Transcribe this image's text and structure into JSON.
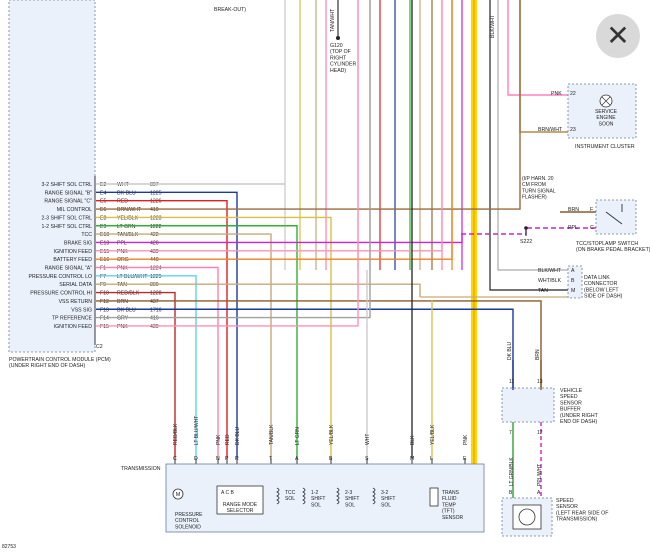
{
  "top_labels": {
    "breakout": "BREAK-OUT)",
    "tan_wht": "TAN/WHT",
    "blk_wht": "BLK/WHT",
    "g120": [
      "G120",
      "(TOP OF",
      "RIGHT",
      "CYLINDER",
      "HEAD)"
    ]
  },
  "pcm": {
    "pins": [
      {
        "func": "3-2 SHIFT SOL CTRL",
        "pin": "E2",
        "color": "WHT",
        "circuit": "897",
        "wire": "#c8c8c8"
      },
      {
        "func": "RANGE SIGNAL \"B\"",
        "pin": "E4",
        "color": "DK BLU",
        "circuit": "1225",
        "wire": "#1a3aa0"
      },
      {
        "func": "RANGE SIGNAL \"C\"",
        "pin": "E5",
        "color": "RED",
        "circuit": "1226",
        "wire": "#e02020"
      },
      {
        "func": "MIL CONTROL",
        "pin": "E6",
        "color": "BRN/WHT",
        "circuit": "419",
        "wire": "#9a6a3a"
      },
      {
        "func": "2-3 SHIFT SOL CTRL",
        "pin": "E8",
        "color": "YEL/BLK",
        "circuit": "1223",
        "wire": "#d8c040"
      },
      {
        "func": "1-2 SHIFT SOL CTRL",
        "pin": "E9",
        "color": "LT GRN",
        "circuit": "1222",
        "wire": "#30b030"
      },
      {
        "func": "TCC",
        "pin": "E10",
        "color": "TAN/BLK",
        "circuit": "422",
        "wire": "#c8a878"
      },
      {
        "func": "BRAKE SIG",
        "pin": "E13",
        "color": "PPL",
        "circuit": "420",
        "wire": "#d020d0"
      },
      {
        "func": "IGNITION FEED",
        "pin": "E15",
        "color": "PNK",
        "circuit": "439",
        "wire": "#ff90b8"
      },
      {
        "func": "BATTERY FEED",
        "pin": "E16",
        "color": "ORG",
        "circuit": "440",
        "wire": "#f08020"
      },
      {
        "func": "RANGE SIGNAL \"A\"",
        "pin": "F1",
        "color": "PNK",
        "circuit": "1224",
        "wire": "#ff80a8"
      },
      {
        "func": "PRESSURE CONTROL LO",
        "pin": "F7",
        "color": "LT BLU/WHT",
        "circuit": "1229",
        "wire": "#60d0f0"
      },
      {
        "func": "SERIAL DATA",
        "pin": "F9",
        "color": "TAN",
        "circuit": "800",
        "wire": "#c8aa78"
      },
      {
        "func": "PRESSURE CONTROL HI",
        "pin": "F10",
        "color": "RED/BLK",
        "circuit": "1228",
        "wire": "#c02828"
      },
      {
        "func": "VSS RETURN",
        "pin": "F12",
        "color": "BRN",
        "circuit": "437",
        "wire": "#8a5a2a"
      },
      {
        "func": "VSS SIG",
        "pin": "F13",
        "color": "DK BLU",
        "circuit": "1716",
        "wire": "#1a3aa0"
      },
      {
        "func": "TP REFERENCE",
        "pin": "F14",
        "color": "GRY",
        "circuit": "416",
        "wire": "#a0a0a0"
      },
      {
        "func": "IGNITION FEED",
        "pin": "F15",
        "color": "PNK",
        "circuit": "439",
        "wire": "#ff90b8"
      }
    ],
    "pin_c2": "C2",
    "caption": [
      "POWERTRAIN CONTROL MODULE (PCM)",
      "(UNDER RIGHT END OF DASH)"
    ]
  },
  "instrument_cluster": {
    "caption": "INSTRUMENT CLUSTER",
    "lamp_label": [
      "SERVICE",
      "ENGINE",
      "SOON"
    ],
    "pnk_label": "PNK",
    "pnk_pin": "22",
    "brnwht_label": "BRN/WHT",
    "brnwht_pin": "23"
  },
  "tcc_switch": {
    "note": [
      "(I/P HARN. 20",
      "CM FROM",
      "TURN SIGNAL",
      "FLASHER)"
    ],
    "splice": "S222",
    "brn_label": "BRN",
    "brn_pin": "F",
    "ppl_label": "PPL",
    "ppl_pin": "C",
    "caption": [
      "TCC/STOPLAMP SWITCH",
      "(ON BRAKE PEDAL BRACKET)"
    ]
  },
  "dlc": {
    "rows": [
      {
        "color": "BLK/WHT",
        "pin": "A"
      },
      {
        "color": "WHT/BLK",
        "pin": "B"
      },
      {
        "color": "TAN",
        "pin": "M"
      }
    ],
    "caption": [
      "DATA LINK",
      "CONNECTOR",
      "(BELOW LEFT",
      "SIDE OF DASH)"
    ]
  },
  "vss_buffer": {
    "caption": [
      "VEHICLE",
      "SPEED",
      "SENSOR",
      "BUFFER",
      "(UNDER RIGHT",
      "END OF DASH)"
    ],
    "wire_labels": [
      "DK BLU",
      "BRN"
    ],
    "pins_top": [
      "11",
      "13"
    ],
    "pins_bottom": [
      "7",
      "12"
    ],
    "lower_wires": [
      "LT GRN/BLK",
      "PPL/WHT"
    ],
    "sensor_pins": [
      "B",
      "A"
    ]
  },
  "speed_sensor": {
    "caption": [
      "SPEED",
      "SENSOR",
      "(LEFT REAR SIDE OF",
      "TRANSMISSION)"
    ]
  },
  "transmission": {
    "label": "TRANSMISSION",
    "connectors": [
      {
        "pin": "C",
        "color": "RED/BLK"
      },
      {
        "pin": "D",
        "color": "LT BLU/WHT"
      },
      {
        "pin": "N",
        "color": "PNK"
      },
      {
        "pin": "P",
        "color": "RED"
      },
      {
        "pin": "R",
        "color": "DK BLU"
      },
      {
        "pin": "T",
        "color": "TAN/BLK"
      },
      {
        "pin": "A",
        "color": "LT GRN"
      },
      {
        "pin": "B",
        "color": "YEL/BLK"
      },
      {
        "pin": "S",
        "color": "WHT"
      },
      {
        "pin": "M",
        "color": "BLK"
      },
      {
        "pin": "L",
        "color": "YEL/BLK"
      },
      {
        "pin": "E",
        "color": "PNK"
      }
    ],
    "components": {
      "pcs": [
        "PRESSURE",
        "CONTROL",
        "SOLENOID"
      ],
      "rms_pins": "A   C   B",
      "rms": [
        "RANGE MODE",
        "SELECTOR"
      ],
      "tcc": [
        "TCC",
        "SOL"
      ],
      "s12": [
        "1-2",
        "SHIFT",
        "SOL"
      ],
      "s23": [
        "2-3",
        "SHIFT",
        "SOL"
      ],
      "s32": [
        "3-2",
        "SHIFT",
        "SOL"
      ],
      "tft": [
        "TRANS",
        "FLUID",
        "TEMP",
        "(TFT)",
        "SENSOR"
      ]
    }
  },
  "figure_id": "82753",
  "close_icon": "✕"
}
